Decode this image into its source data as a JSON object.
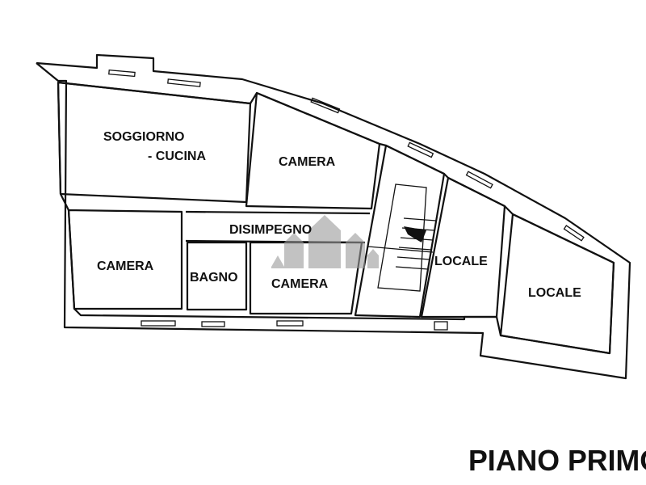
{
  "plan": {
    "title": "PIANO PRIMO",
    "rooms": [
      {
        "id": "soggiorno",
        "label_line1": "SOGGIORNO",
        "label_line2": "- CUCINA"
      },
      {
        "id": "camera-top",
        "label": "CAMERA"
      },
      {
        "id": "disimpegno",
        "label": "DISIMPEGNO"
      },
      {
        "id": "camera-left",
        "label": "CAMERA"
      },
      {
        "id": "bagno",
        "label": "BAGNO"
      },
      {
        "id": "camera-mid",
        "label": "CAMERA"
      },
      {
        "id": "locale-mid",
        "label": "LOCALE"
      },
      {
        "id": "locale-right",
        "label": "LOCALE"
      }
    ]
  },
  "colors": {
    "wall": "#111111",
    "watermark": "#9a9a9a"
  }
}
